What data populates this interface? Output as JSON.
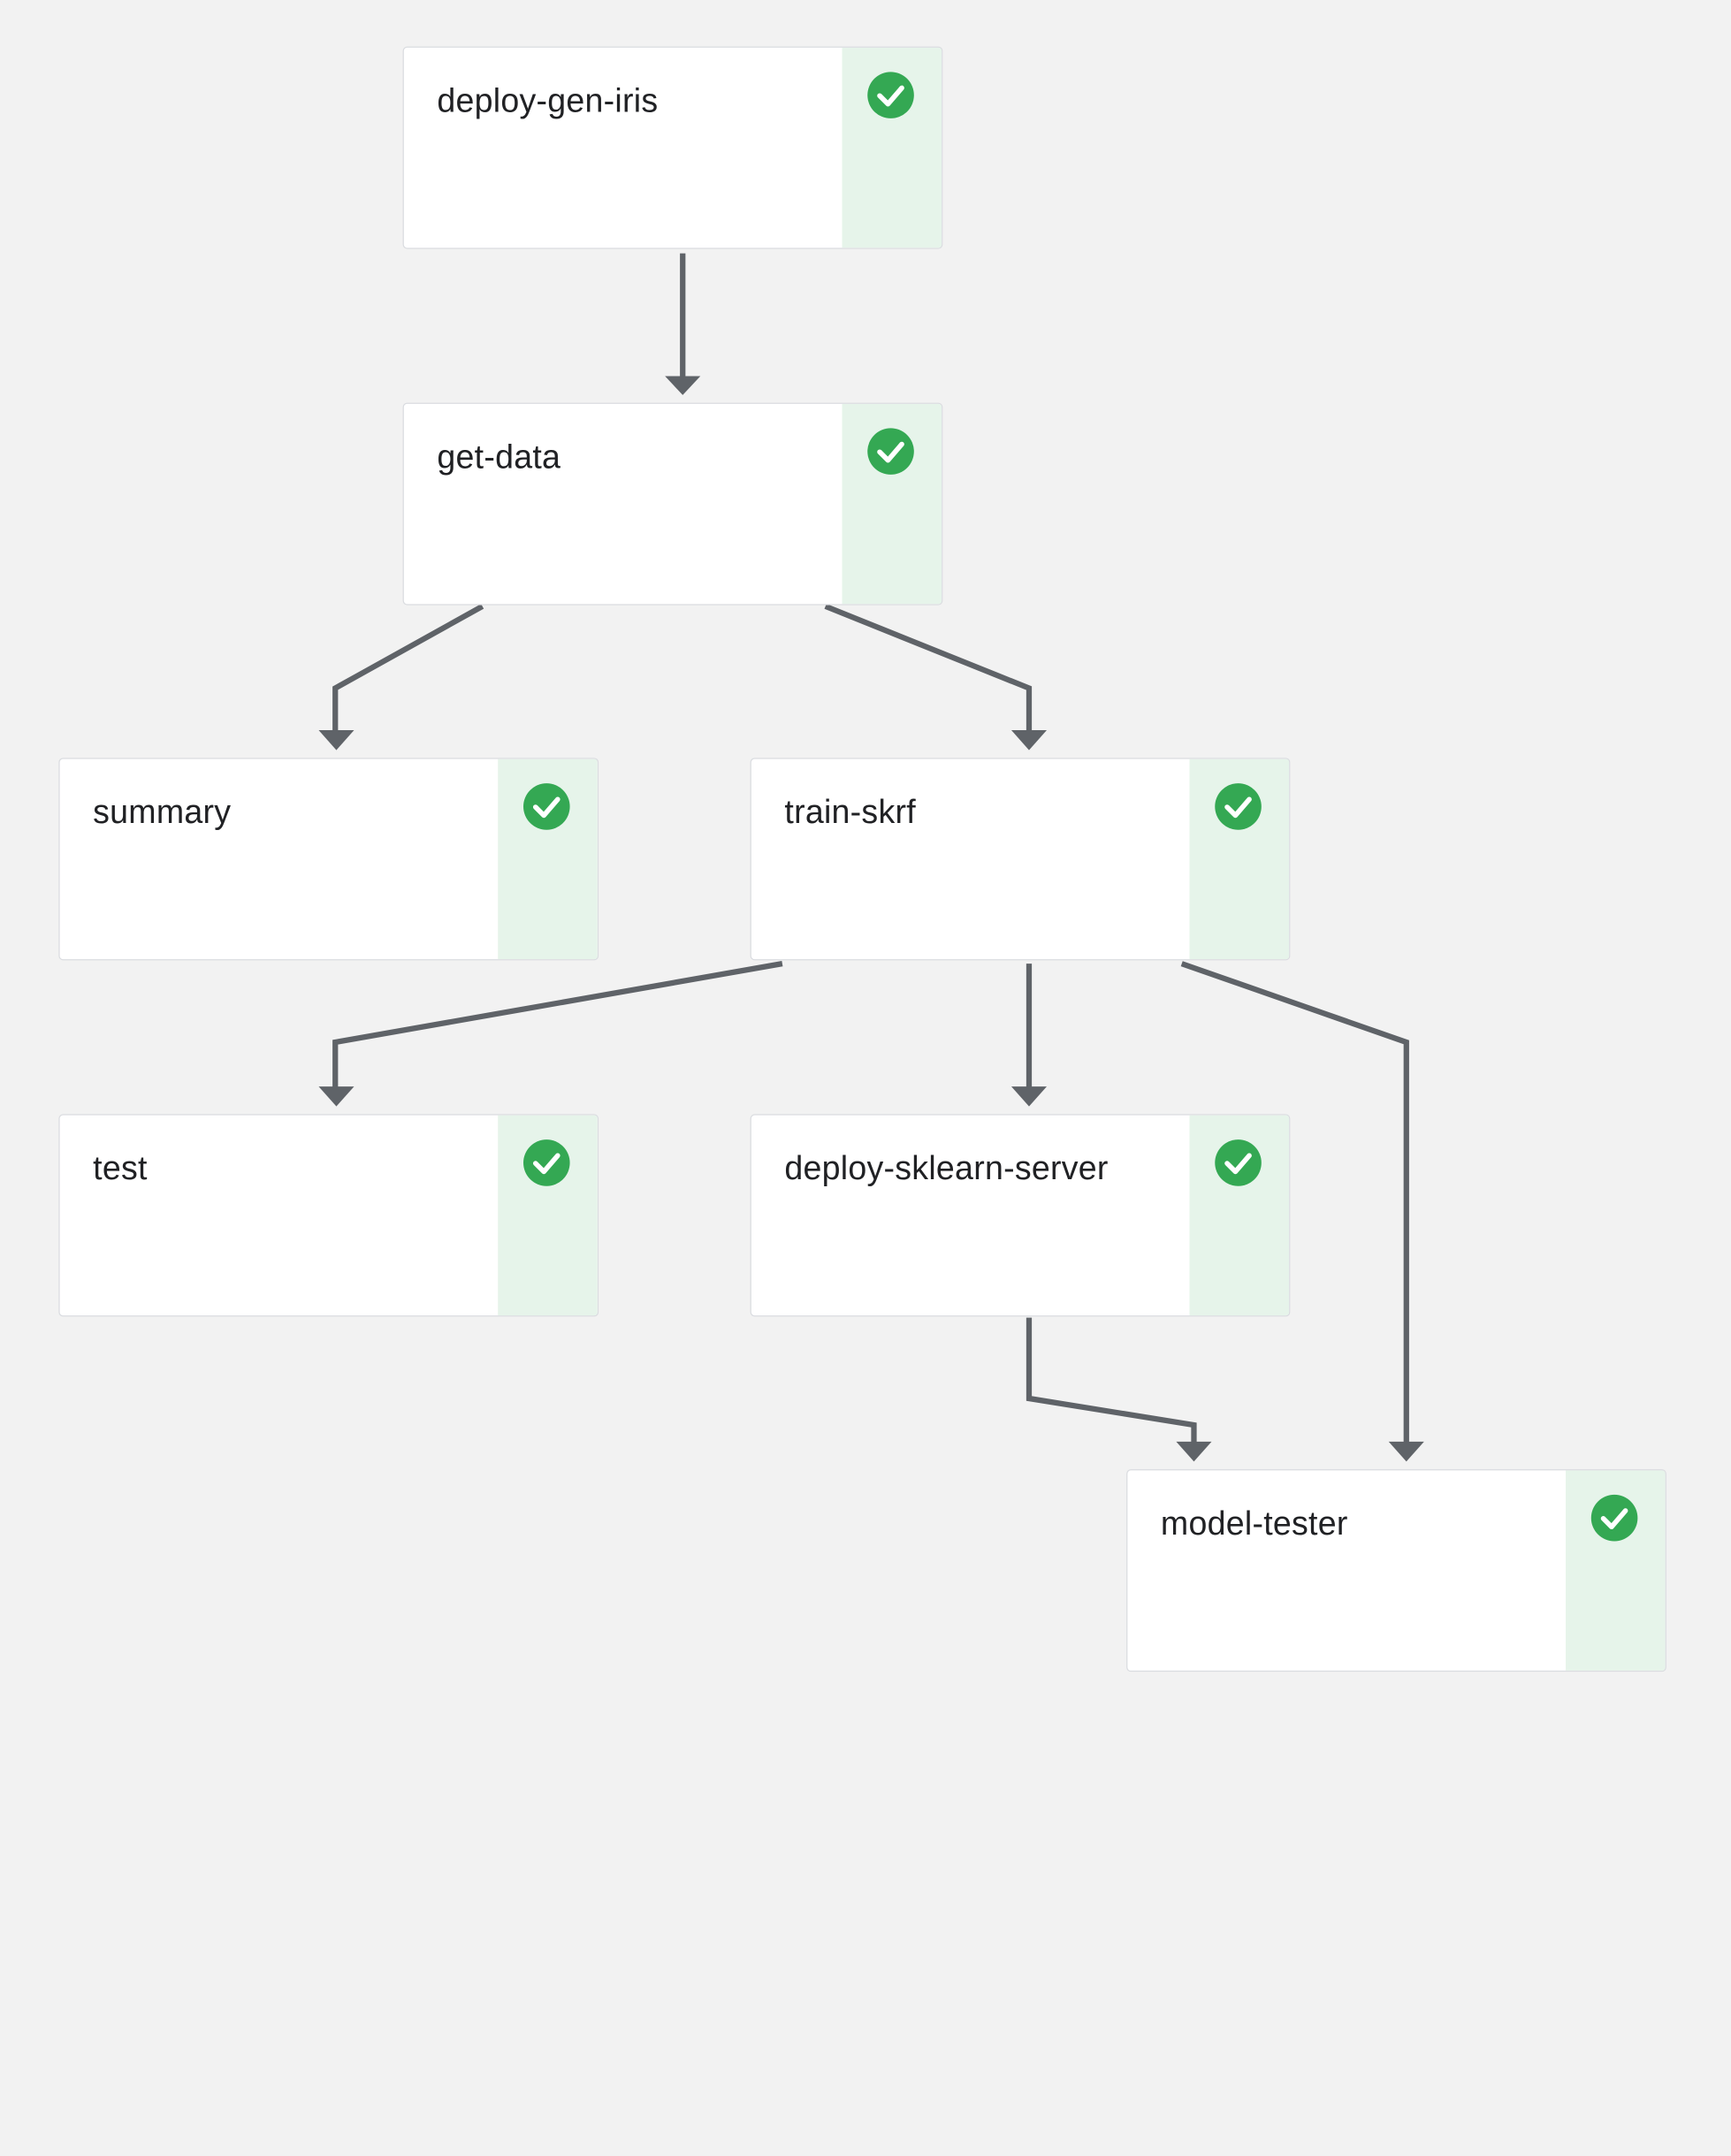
{
  "colors": {
    "background": "#f2f2f2",
    "node_fill": "#ffffff",
    "node_border": "#dadce0",
    "status_panel": "#e6f4ea",
    "success": "#34a853",
    "edge": "#5f6368"
  },
  "nodes": [
    {
      "id": "deploy-gen-iris",
      "label": "deploy-gen-iris",
      "status": "succeeded",
      "icon": "check-circle-icon"
    },
    {
      "id": "get-data",
      "label": "get-data",
      "status": "succeeded",
      "icon": "check-circle-icon"
    },
    {
      "id": "summary",
      "label": "summary",
      "status": "succeeded",
      "icon": "check-circle-icon"
    },
    {
      "id": "train-skrf",
      "label": "train-skrf",
      "status": "succeeded",
      "icon": "check-circle-icon"
    },
    {
      "id": "test",
      "label": "test",
      "status": "succeeded",
      "icon": "check-circle-icon"
    },
    {
      "id": "deploy-sklearn-server",
      "label": "deploy-sklearn-server",
      "status": "succeeded",
      "icon": "check-circle-icon"
    },
    {
      "id": "model-tester",
      "label": "model-tester",
      "status": "succeeded",
      "icon": "check-circle-icon"
    }
  ],
  "edges": [
    {
      "from": "deploy-gen-iris",
      "to": "get-data"
    },
    {
      "from": "get-data",
      "to": "summary"
    },
    {
      "from": "get-data",
      "to": "train-skrf"
    },
    {
      "from": "train-skrf",
      "to": "test"
    },
    {
      "from": "train-skrf",
      "to": "deploy-sklearn-server"
    },
    {
      "from": "train-skrf",
      "to": "model-tester"
    },
    {
      "from": "deploy-sklearn-server",
      "to": "model-tester"
    }
  ]
}
